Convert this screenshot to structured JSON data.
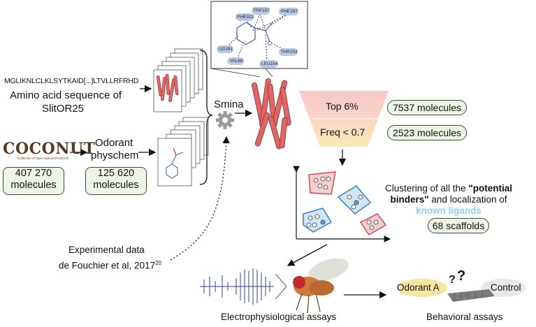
{
  "sequence": "MGLIKNLCLKLSYTKAID[...]LTVLLRFRHD",
  "aa_line1": "Amino acid sequence of",
  "aa_line2": "SlitOR25",
  "coconut_logo": "COCONUT",
  "coconut_sub": "COllection of Open Natural ProdUcTs",
  "coconut_count_line1": "407 270",
  "coconut_count_line2": "molecules",
  "odorant_line1": "Odorant",
  "odorant_line2": "physchem",
  "odorant_count_line1": "125 620",
  "odorant_count_line2": "molecules",
  "smina": "Smina",
  "residues": [
    "TRP157",
    "PHE322",
    "PHE197",
    "LEU91",
    "THR153",
    "VAL88",
    "LEU154"
  ],
  "funnel_top": "Top 6%",
  "funnel_bottom": "Freq < 0.7",
  "top_count": "7537 molecules",
  "freq_count": "2523 molecules",
  "cluster_text_1": "Clustering of all the ",
  "cluster_text_bold": "\"potential binders\"",
  "cluster_text_2": " and localization of",
  "cluster_text_blue": "known ligands",
  "scaffolds": "68 scaffolds",
  "exp_line1": "Experimental data",
  "exp_line2": "de Fouchier et al, 2017",
  "exp_superscript": "20",
  "electro_label": "Electrophysiological assays",
  "odorant_a": "Odorant A",
  "question": "?",
  "control": "Control",
  "behavioral_label": "Behavioral assays",
  "colors": {
    "box_fill": "#eef5e7",
    "box_border": "#3b4a30",
    "funnel_top": "#f6c9c6",
    "funnel_bottom": "#fbe7b8",
    "helix": "#e06666",
    "blue_cluster": "#cfe6f6",
    "red_cluster": "#f6cfcf",
    "trace": "#2f3f9a"
  }
}
